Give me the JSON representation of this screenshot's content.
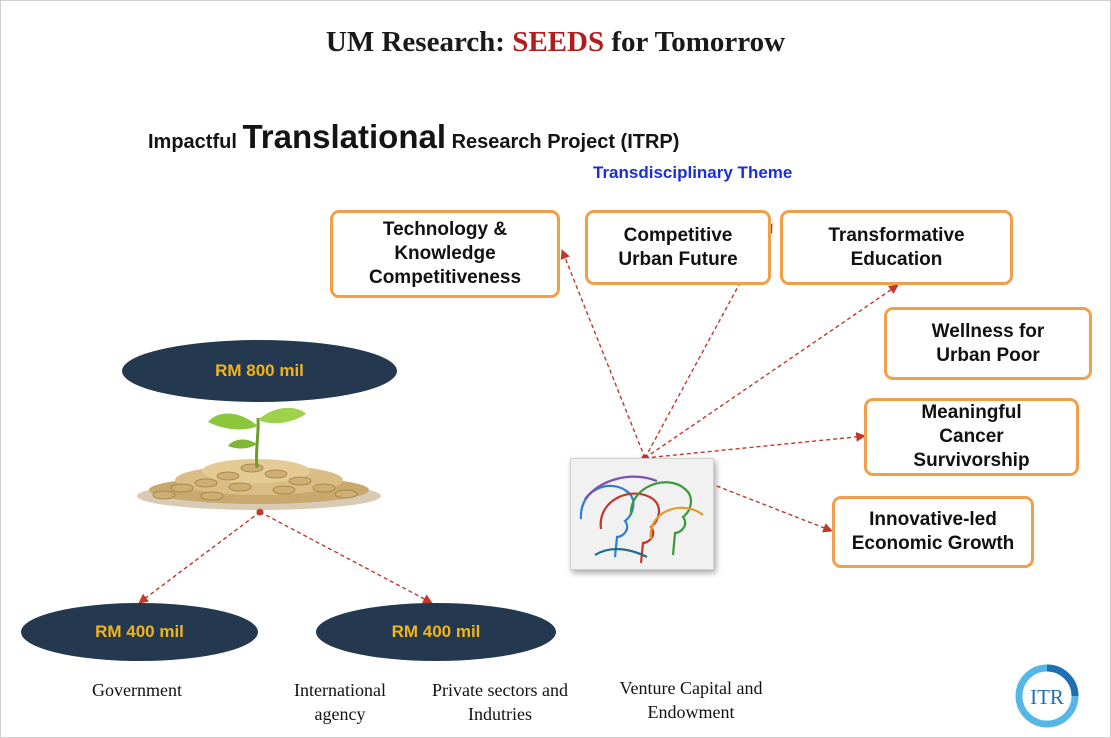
{
  "title": {
    "prefix": "UM Research: ",
    "highlight": "SEEDS",
    "suffix": " for Tomorrow"
  },
  "subtitle": {
    "part1": "Impactful ",
    "part2": "Translational",
    "part3": " Research Project (ITRP)"
  },
  "theme_label": "Transdisciplinary Theme",
  "themes": [
    {
      "label": "Technology &\nKnowledge\nCompetitiveness"
    },
    {
      "label": "Competitive\nUrban Future"
    },
    {
      "label": "Transformative\nEducation"
    },
    {
      "label": "Wellness for\nUrban Poor"
    },
    {
      "label": "Meaningful\nCancer\nSurvivorship"
    },
    {
      "label": "Innovative-led\nEconomic Growth"
    }
  ],
  "funding": {
    "total": "RM 800 mil",
    "left": "RM 400 mil",
    "right": "RM 400 mil"
  },
  "sources": {
    "government": "Government",
    "international": "International\nagency",
    "private": "Private sectors and\nIndutries",
    "venture": "Venture Capital and\nEndowment"
  },
  "logo_text": "ITR",
  "colors": {
    "box_border": "#f0a04b",
    "oval_fill": "#24384f",
    "oval_text": "#f1b41c",
    "arrow": "#c0392b",
    "highlight": "#b01d1d",
    "theme_label": "#1b2fd6"
  },
  "icons": {
    "seedling": "seedling-on-coins-icon",
    "heads": "interlinked-heads-icon",
    "logo": "itr-logo-icon"
  }
}
